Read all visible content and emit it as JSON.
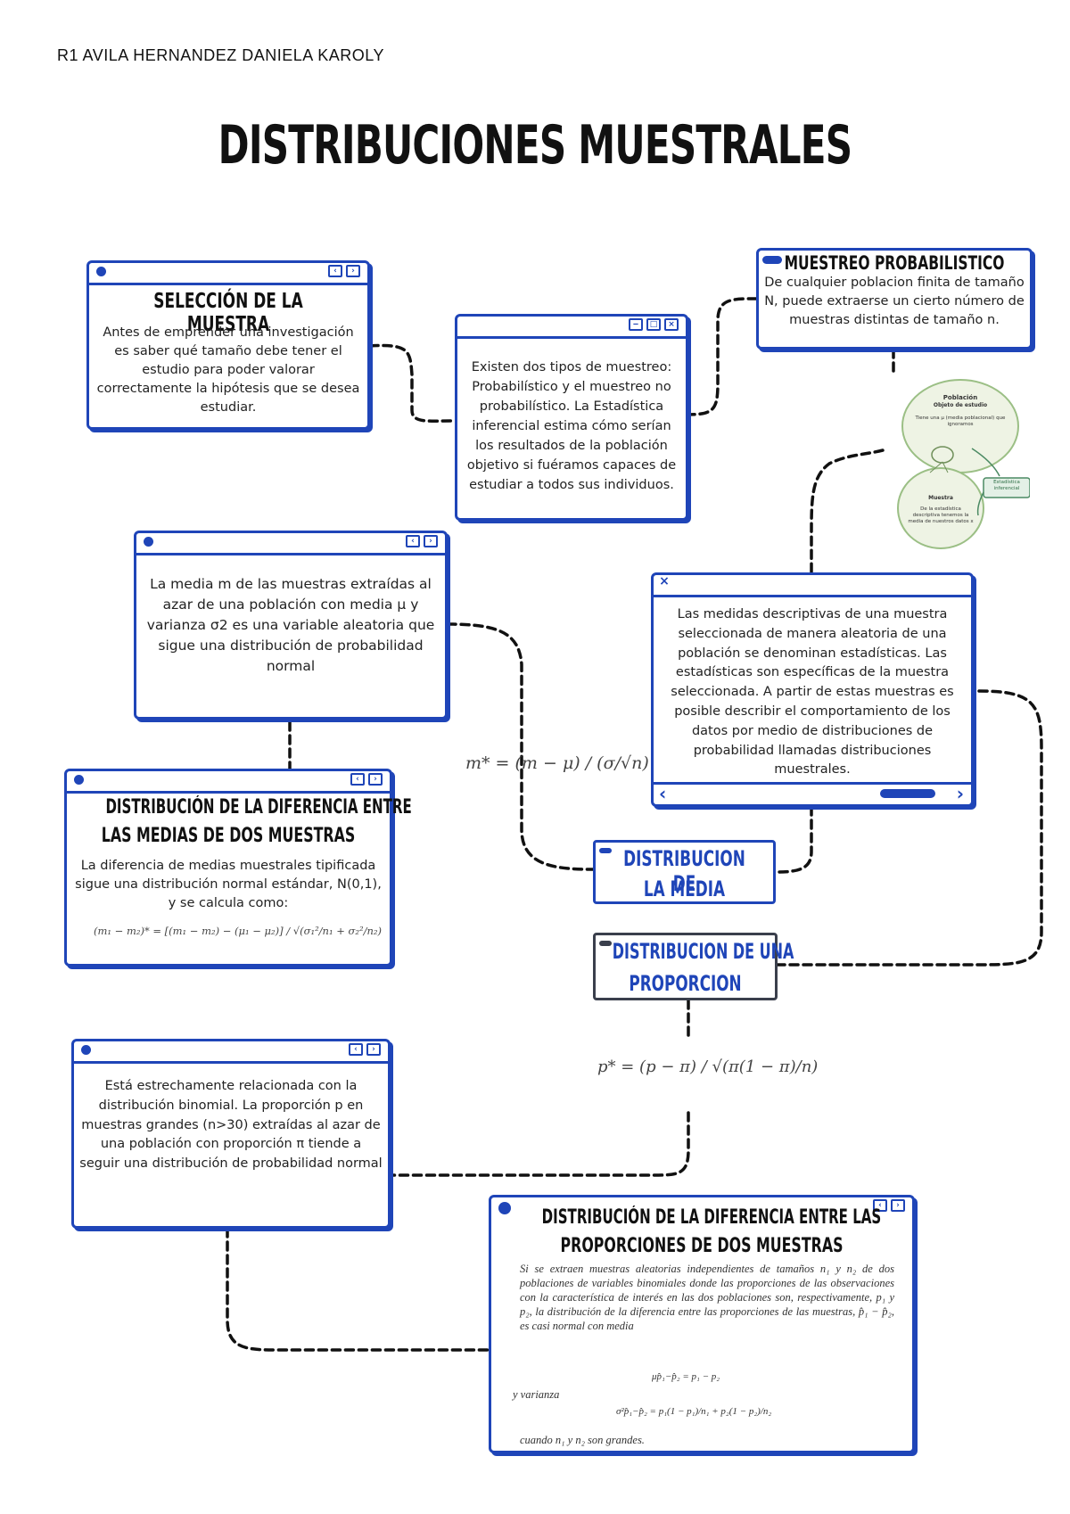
{
  "author": "R1 AVILA HERNANDEZ DANIELA KAROLY",
  "title": "DISTRIBUCIONES MUESTRALES",
  "nodes": {
    "seleccion": {
      "title": "SELECCIÓN DE LA MUESTRA",
      "text": "Antes de emprender una investigación es saber qué tamaño debe tener el estudio para poder valorar correctamente la hipótesis que se desea estudiar."
    },
    "tipos": {
      "text": "Existen dos tipos de muestreo: Probabilístico y el muestreo no probabilístico. La Estadística inferencial estima cómo serían los resultados de la población objetivo si fuéramos capaces de estudiar a todos sus individuos."
    },
    "probabilistico": {
      "title": "MUESTREO PROBABILISTICO",
      "text": "De cualquier poblacion finita de tamaño N, puede extraerse un cierto número de muestras distintas de tamaño n."
    },
    "media_text": {
      "text": "La media m de las muestras extraídas al azar de una población con media μ y varianza σ2 es una variable aleatoria que sigue una distribución de probabilidad normal"
    },
    "estadisticas": {
      "text": "Las medidas descriptivas de una muestra seleccionada de manera aleatoria de una población se denominan estadísticas. Las estadísticas son específicas de la muestra seleccionada. A partir de estas muestras es posible describir el comportamiento de los datos por medio de distribuciones de probabilidad llamadas distribuciones muestrales."
    },
    "dif_medias": {
      "title_1": "DISTRIBUCIÓN DE LA DIFERENCIA ENTRE",
      "title_2": "LAS MEDIAS DE DOS MUESTRAS",
      "text": "La diferencia de medias muestrales tipificada sigue una distribución normal estándar, N(0,1), y se calcula como:",
      "formula": "(m₁ − m₂)* = [(m₁ − m₂) − (μ₁ − μ₂)] / √(σ₁²/n₁ + σ₂²/n₂)"
    },
    "dist_media": {
      "line_1": "DISTRIBUCION DE",
      "line_2": "LA MEDIA"
    },
    "dist_prop": {
      "line_1": "DISTRIBUCION DE UNA",
      "line_2": "PROPORCION"
    },
    "prop_text": {
      "text": "Está estrechamente relacionada con la distribución binomial. La proporción p en muestras grandes (n>30) extraídas al azar de una población con proporción π tiende a seguir una distribución de probabilidad normal"
    },
    "dif_prop": {
      "title_1": "DISTRIBUCIÓN DE LA DIFERENCIA ENTRE LAS",
      "title_2": "PROPORCIONES DE DOS MUESTRAS",
      "text": "Si se extraen muestras aleatorias independientes de tamaños n₁ y n₂ de dos poblaciones de variables binomiales donde las proporciones de las observaciones con la característica de interés en las dos poblaciones son, respectivamente, p₁ y p₂, la distribución de la diferencia entre las proporciones de las muestras, p̂₁ − p̂₂, es casi normal con media",
      "mean_formula": "μp̂₁−p̂₂ = p₁ − p₂",
      "var_label": "y varianza",
      "var_formula": "σ²p̂₁−p̂₂ = p₁(1 − p₁)/n₁ + p₂(1 − p₂)/n₂",
      "footer": "cuando n₁ y n₂ son grandes."
    }
  },
  "formulas": {
    "media": "m* = (m − μ) / (σ/√n)",
    "proporcion": "p* = (p − π) / √(π(1 − π)/n)"
  },
  "illustration": {
    "poblacion_title": "Población",
    "poblacion_sub": "Objeto de estudio",
    "poblacion_text": "Tiene una μ (media poblacional) que ignoramos",
    "muestra_title": "Muestra",
    "muestra_text": "De la estadística descriptiva tenemos la media de nuestros datos x",
    "inferencial": "Estadística inferencial"
  },
  "colors": {
    "accent": "#1f45b8",
    "dark": "#3a3f4c",
    "ink": "#111111"
  }
}
